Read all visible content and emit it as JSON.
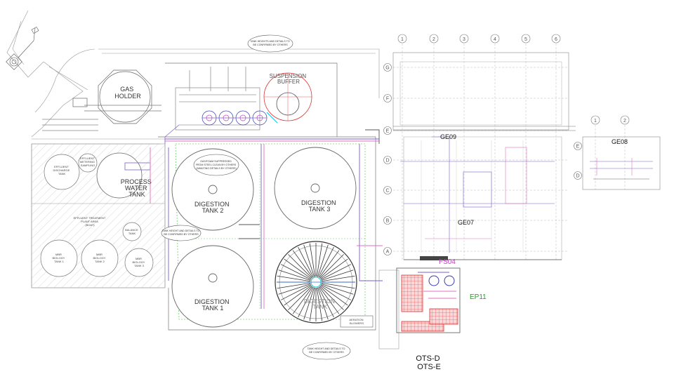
{
  "drawing": {
    "tanks": {
      "gas_holder": [
        "GAS",
        "HOLDER"
      ],
      "suspension_buffer": [
        "SUSPENSION",
        "BUFFER"
      ],
      "process_water": [
        "PROCESS",
        "WATER",
        "TANK"
      ],
      "digestion_2": [
        "DIGESTION",
        "TANK 2"
      ],
      "digestion_3": [
        "DIGESTION",
        "TANK 3"
      ],
      "digestion_1": [
        "DIGESTION",
        "TANK 1"
      ],
      "effluent_discharge": [
        "EFFLUENT",
        "DISCHARGE",
        "TANK"
      ],
      "effluent_metering": [
        "EFFLUENT",
        "METERING",
        "SAMPLING"
      ],
      "effluent_treatment": [
        "EFFLUENT TREATMENT",
        "PLANT AREA",
        "(BOAT)"
      ],
      "balance_tank": [
        "BALANCE",
        "TANK"
      ],
      "mbr_1": [
        "MBR",
        "BIOLOGY",
        "TANK 1"
      ],
      "mbr_2": [
        "MBR",
        "BIOLOGY",
        "TANK 2"
      ],
      "mbr_3": [
        "MBR",
        "BIOLOGY",
        "TANK 3"
      ],
      "aeration": [
        "AERATION",
        "BLOWERS"
      ],
      "post_digestion": [
        "DIGESTION",
        "TANK"
      ]
    },
    "notes": {
      "n1": [
        "TANK HEIGHTS AND DETAILS TO",
        "BE CONFIRMED BY OTHERS"
      ],
      "n2": [
        "GAS/FOAM SUPPRESSED",
        "FROM STEEL CLEAN BY OTHERS",
        "(AWAITING DETAILS BY OTHERS)"
      ],
      "n3": [
        "TANK HEIGHT AND DETAILS TO",
        "BE CONFIRMED BY OTHERS"
      ],
      "n4": [
        "TANK HEIGHT AND DETAILS TO",
        "BE CONFIRMED BY OTHERS"
      ]
    },
    "grid_columns": [
      "1",
      "2",
      "3",
      "4",
      "5",
      "6"
    ],
    "grid_rows": [
      "G",
      "F",
      "E",
      "D",
      "C",
      "B",
      "A"
    ],
    "annex_columns": [
      "1",
      "2"
    ],
    "annex_rows": [
      "E",
      "D"
    ],
    "rooms": {
      "ge09": "GE09",
      "ge07": "GE07",
      "ge08": "GE08",
      "fs04": "FS04",
      "ep11": "EP11"
    },
    "ots": [
      "OTS-D",
      "OTS-E"
    ],
    "colors": {
      "fs04": "#c040c0",
      "ep11": "#2a9a2a",
      "line": "#555555",
      "pipe_purple": "#7a5fd0",
      "pipe_pink": "#e070c0",
      "tank_red": "#e03030",
      "green_zone": "#3cc43c"
    }
  }
}
